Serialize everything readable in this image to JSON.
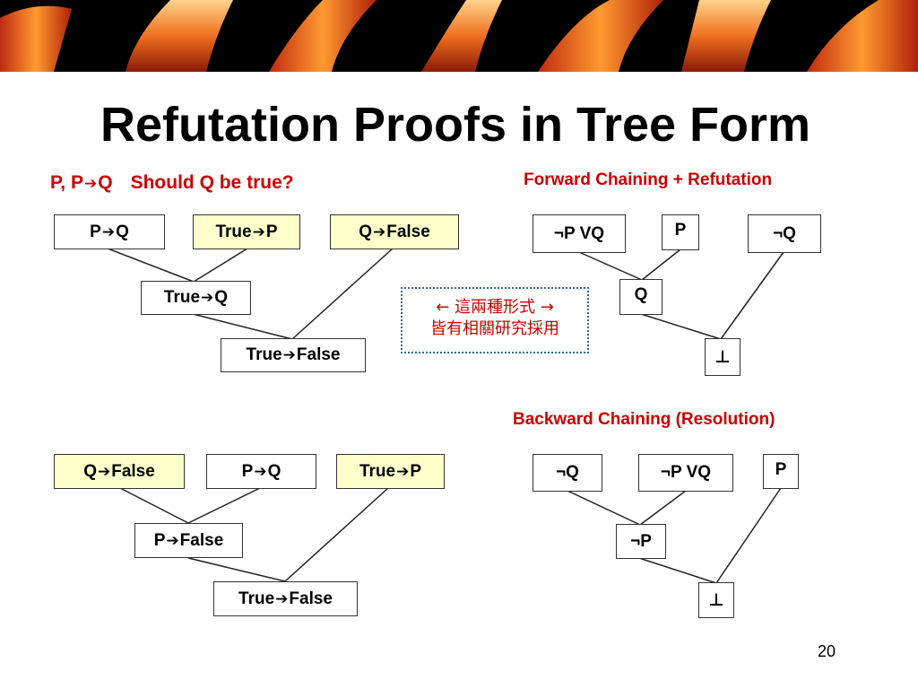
{
  "slide": {
    "title": "Refutation Proofs in Tree Form",
    "page_number": "20"
  },
  "question": {
    "prefix": "P, P",
    "arrow": "➔",
    "suffix": "Q",
    "text": "Should Q be true?"
  },
  "forward_label": "Forward Chaining + Refutation",
  "backward_label": "Backward Chaining (Resolution)",
  "note": {
    "line1": "← 這兩種形式 →",
    "line2": "皆有相關研究採用"
  },
  "tree1": {
    "p_imp_q": {
      "left": "P",
      "arrow": "➔",
      "right": "Q"
    },
    "true_imp_p": {
      "left": "True",
      "arrow": "➔",
      "right": "P"
    },
    "q_imp_false": {
      "left": "Q",
      "arrow": "➔",
      "right": "False"
    },
    "true_imp_q": {
      "left": "True",
      "arrow": "➔",
      "right": "Q"
    },
    "true_imp_false": {
      "left": "True",
      "arrow": "➔",
      "right": "False"
    }
  },
  "tree2": {
    "q_imp_false": {
      "left": "Q",
      "arrow": "➔",
      "right": "False"
    },
    "p_imp_q": {
      "left": "P",
      "arrow": "➔",
      "right": "Q"
    },
    "true_imp_p": {
      "left": "True",
      "arrow": "➔",
      "right": "P"
    },
    "p_imp_false": {
      "left": "P",
      "arrow": "➔",
      "right": "False"
    },
    "true_imp_false": {
      "left": "True",
      "arrow": "➔",
      "right": "False"
    }
  },
  "tree3": {
    "not_p_or_q": "¬P VQ",
    "p": "P",
    "not_q": "¬Q",
    "q": "Q",
    "bottom": "⊥"
  },
  "tree4": {
    "not_q": "¬Q",
    "not_p_or_q": "¬P VQ",
    "p": "P",
    "not_p": "¬P",
    "bottom": "⊥"
  },
  "colors": {
    "accent_red": "#cc0000",
    "highlight_yellow": "#ffffcc",
    "note_border": "#2f6f7a"
  }
}
